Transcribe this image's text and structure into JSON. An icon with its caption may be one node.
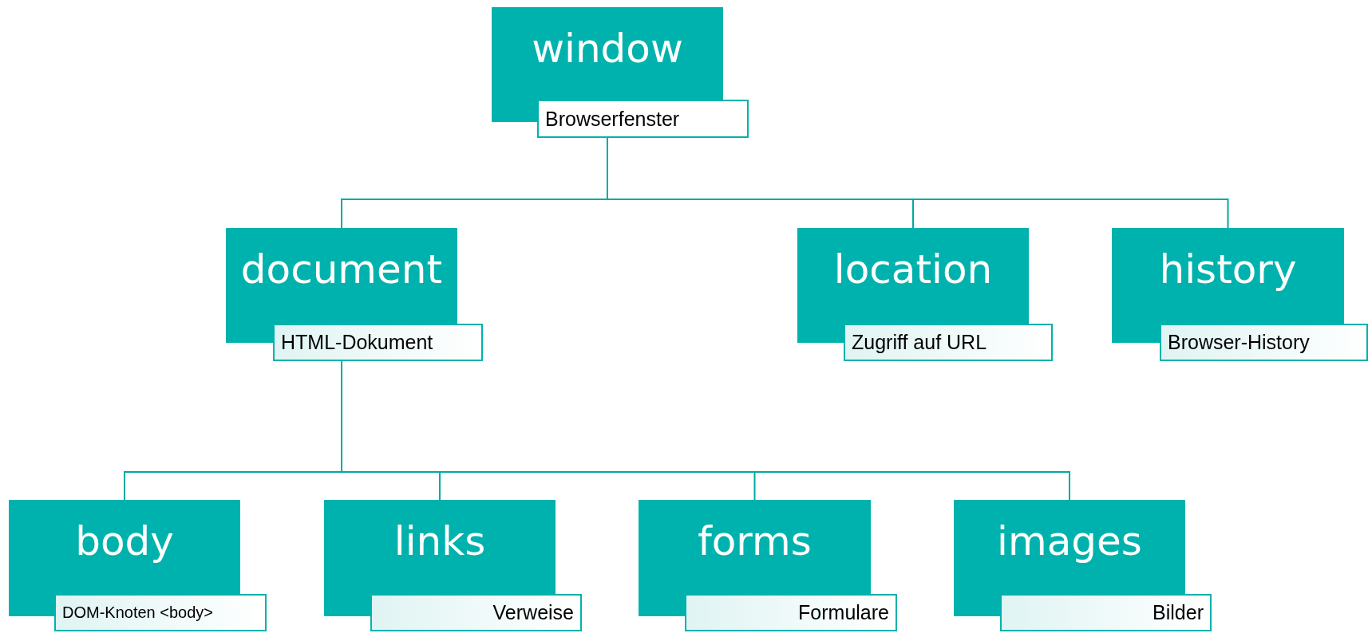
{
  "diagram": {
    "nodes": [
      {
        "text": [
          "window",
          "Browserfenster"
        ]
      },
      {
        "text": [
          "document",
          "HTML-Dokument"
        ]
      },
      {
        "text": [
          "location",
          "Zugriff auf URL"
        ]
      },
      {
        "text": [
          "history",
          "Browser-History"
        ]
      },
      {
        "text": [
          "body",
          "DOM-Knoten <body>"
        ]
      },
      {
        "text": [
          "links",
          "Verweise"
        ]
      },
      {
        "text": [
          "forms",
          "Formulare"
        ]
      },
      {
        "text": [
          "images",
          "Bilder"
        ]
      }
    ],
    "edges": [
      {
        "from": 0,
        "to": 1,
        "arrow": "none"
      },
      {
        "from": 0,
        "to": 2,
        "arrow": "none"
      },
      {
        "from": 0,
        "to": 3,
        "arrow": "none"
      },
      {
        "from": 1,
        "to": 4,
        "arrow": "none"
      },
      {
        "from": 1,
        "to": 5,
        "arrow": "none"
      },
      {
        "from": 1,
        "to": 6,
        "arrow": "none"
      },
      {
        "from": 1,
        "to": 7,
        "arrow": "none"
      }
    ]
  }
}
